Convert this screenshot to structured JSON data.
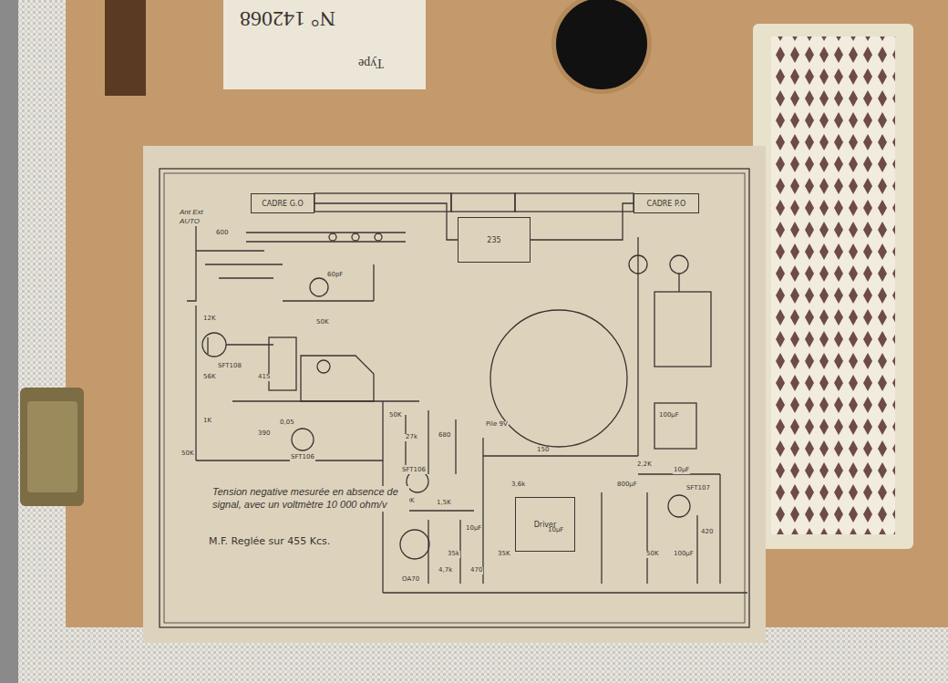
{
  "diagram": {
    "nodes": [
      {
        "text": [
          "CADRE G.O"
        ]
      },
      {
        "text": [
          "CADRE P.O"
        ]
      },
      {
        "text": [
          "235"
        ]
      },
      {
        "text": [
          "Driver"
        ]
      }
    ],
    "edges": [
      {
        "from": 0,
        "to": 2,
        "arrow": "none"
      },
      {
        "from": 2,
        "to": 1,
        "arrow": "none"
      }
    ],
    "labels": [
      "N° 142068",
      "Type",
      "Ant Ext AUTO",
      "600",
      "12K",
      "SFT108",
      "56K",
      "1K",
      "50K",
      "415",
      "0,05",
      "390",
      "SFT106",
      "60pF",
      "50K",
      "50K",
      "27k",
      "680",
      "SFT106",
      "50K",
      "1,5K",
      "35k",
      "35K",
      "4,7k",
      "470",
      "OA70",
      "10µF",
      "Pile 9V",
      "150",
      "3,6k",
      "2,2K",
      "10µF",
      "800µF",
      "SFT107",
      "420",
      "100µF",
      "50K",
      "Tension negative mesurée en absence de signal, avec un voltmètre 10 000 ohm/v",
      "M.F. Reglée sur 455 Kcs.",
      "100µF",
      "10µF"
    ]
  }
}
